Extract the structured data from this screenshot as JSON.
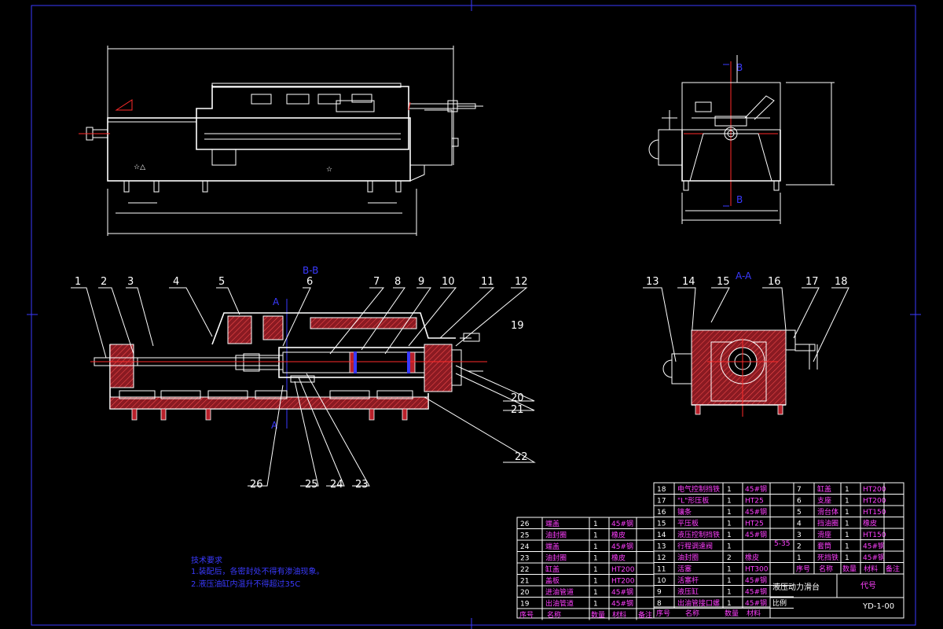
{
  "views": {
    "top_section_label": "B-B",
    "side_section_label": "A-A",
    "cut_b": "B",
    "cut_a": "A"
  },
  "callouts": [
    "1",
    "2",
    "3",
    "4",
    "5",
    "6",
    "7",
    "8",
    "9",
    "10",
    "11",
    "12",
    "13",
    "14",
    "15",
    "16",
    "17",
    "18",
    "19",
    "20",
    "21",
    "22",
    "23",
    "24",
    "25",
    "26"
  ],
  "notes": {
    "heading": "技术要求",
    "items": [
      "1.装配后，各密封处不得有渗油现象。",
      "2.液压油缸内温升不得超过35C"
    ]
  },
  "title_block": {
    "name": "液压动力滑台",
    "code_label": "代号",
    "code": "YD-1-00",
    "scale_label": "比例",
    "scale_row_label": "5-35"
  },
  "parts_left": [
    {
      "no": "26",
      "name": "端盖",
      "qty": "1",
      "mat": "45#钢"
    },
    {
      "no": "25",
      "name": "油封圈",
      "qty": "1",
      "mat": "橡皮"
    },
    {
      "no": "24",
      "name": "端盖",
      "qty": "1",
      "mat": "45#钢"
    },
    {
      "no": "23",
      "name": "油封圈",
      "qty": "1",
      "mat": "橡皮"
    },
    {
      "no": "22",
      "name": "缸盖",
      "qty": "1",
      "mat": "HT200"
    },
    {
      "no": "21",
      "name": "盖板",
      "qty": "1",
      "mat": "HT200"
    },
    {
      "no": "20",
      "name": "进油管道",
      "qty": "1",
      "mat": "45#钢"
    },
    {
      "no": "19",
      "name": "出油管道",
      "qty": "1",
      "mat": "45#钢"
    }
  ],
  "parts_mid": [
    {
      "no": "18",
      "name": "电气控制挡铁",
      "qty": "1",
      "mat": "45#钢"
    },
    {
      "no": "17",
      "name": "\"L\"形压板",
      "qty": "1",
      "mat": "HT25"
    },
    {
      "no": "16",
      "name": "镶条",
      "qty": "1",
      "mat": "45#钢"
    },
    {
      "no": "15",
      "name": "平压板",
      "qty": "1",
      "mat": "HT25"
    },
    {
      "no": "14",
      "name": "液压控制挡铁",
      "qty": "1",
      "mat": "45#钢"
    },
    {
      "no": "13",
      "name": "行程调速阀",
      "qty": "1",
      "mat": ""
    },
    {
      "no": "12",
      "name": "油封圈",
      "qty": "2",
      "mat": "橡皮"
    },
    {
      "no": "11",
      "name": "活塞",
      "qty": "1",
      "mat": "HT300"
    },
    {
      "no": "10",
      "name": "活塞杆",
      "qty": "1",
      "mat": "45#钢"
    },
    {
      "no": "9",
      "name": "液压缸",
      "qty": "1",
      "mat": "45#钢"
    },
    {
      "no": "8",
      "name": "出油管接口螺",
      "qty": "1",
      "mat": "45#钢"
    }
  ],
  "parts_right": [
    {
      "no": "7",
      "name": "缸盖",
      "qty": "1",
      "mat": "HT200"
    },
    {
      "no": "6",
      "name": "支座",
      "qty": "1",
      "mat": "HT200"
    },
    {
      "no": "5",
      "name": "滑台体",
      "qty": "1",
      "mat": "HT150"
    },
    {
      "no": "4",
      "name": "挡油圈",
      "qty": "1",
      "mat": "橡皮"
    },
    {
      "no": "3",
      "name": "滑座",
      "qty": "1",
      "mat": "HT150"
    },
    {
      "no": "2",
      "name": "套筒",
      "qty": "1",
      "mat": "45#钢"
    },
    {
      "no": "1",
      "name": "死挡铁",
      "qty": "1",
      "mat": "45#钢"
    }
  ],
  "headers": {
    "no": "序号",
    "name": "名称",
    "qty": "数量",
    "mat": "材料",
    "remark": "备注"
  },
  "colors": {
    "outline": "#ffffff",
    "centerline": "#ff2a2a",
    "dimension": "#3a3aff",
    "table_text": "#ff40ff",
    "frame": "#3a3aff"
  }
}
